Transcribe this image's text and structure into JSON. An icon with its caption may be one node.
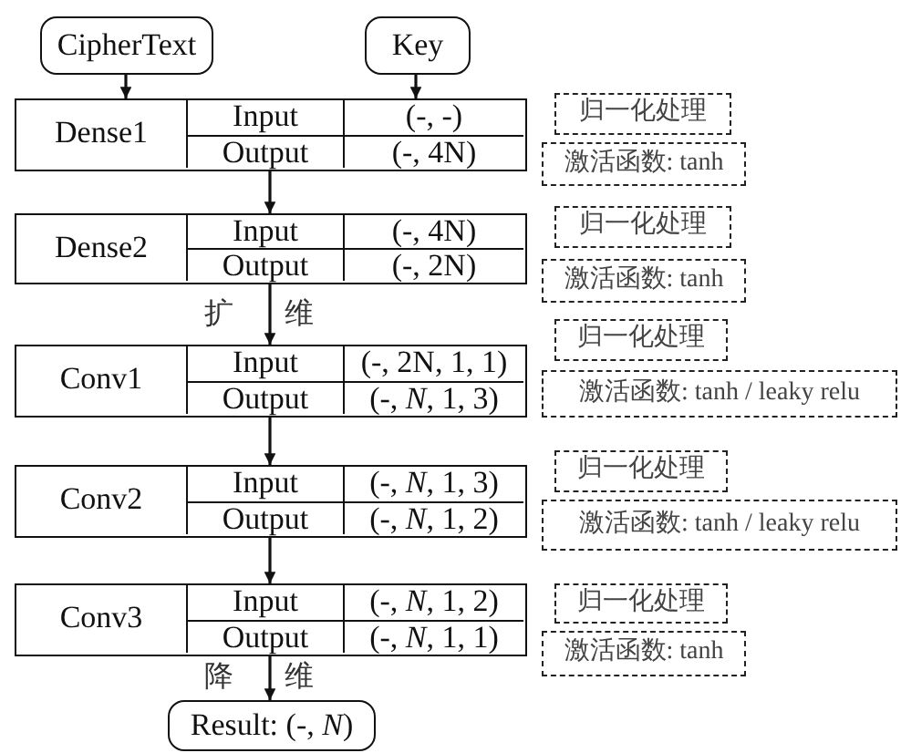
{
  "diagram": {
    "nodes": [
      {
        "text": [
          "CipherText"
        ]
      },
      {
        "text": [
          "Key"
        ]
      },
      {
        "text": [
          "Dense1",
          "Input",
          "(-, -)",
          "Output",
          "(-, 4N)"
        ]
      },
      {
        "text": [
          "归一化处理"
        ]
      },
      {
        "text": [
          "激活函数: tanh"
        ]
      },
      {
        "text": [
          "Dense2",
          "Input",
          "(-, 4N)",
          "Output",
          "(-, 2N)"
        ]
      },
      {
        "text": [
          "归一化处理"
        ]
      },
      {
        "text": [
          "激活函数: tanh"
        ]
      },
      {
        "text": [
          "Conv1",
          "Input",
          "(-, 2N, 1, 1)",
          "Output",
          "(-, *N*, 1, 3)"
        ]
      },
      {
        "text": [
          "归一化处理"
        ]
      },
      {
        "text": [
          "激活函数: tanh / leaky relu"
        ]
      },
      {
        "text": [
          "Conv2",
          "Input",
          "(-, *N*, 1, 3)",
          "Output",
          "(-, *N*, 1, 2)"
        ]
      },
      {
        "text": [
          "归一化处理"
        ]
      },
      {
        "text": [
          "激活函数: tanh / leaky relu"
        ]
      },
      {
        "text": [
          "Conv3",
          "Input",
          "(-, *N*, 1, 2)",
          "Output",
          "(-, *N*, 1, 1)"
        ]
      },
      {
        "text": [
          "归一化处理"
        ]
      },
      {
        "text": [
          "激活函数: tanh"
        ]
      },
      {
        "text": [
          "Result: (-, *N*)"
        ]
      }
    ],
    "edges": [
      {
        "from": 0,
        "to": 2,
        "arrow": "to"
      },
      {
        "from": 1,
        "to": 2,
        "arrow": "to"
      },
      {
        "from": 2,
        "to": 5,
        "arrow": "to"
      },
      {
        "from": 5,
        "to": 8,
        "arrow": "to",
        "label": "扩维"
      },
      {
        "from": 8,
        "to": 11,
        "arrow": "to"
      },
      {
        "from": 11,
        "to": 14,
        "arrow": "to"
      },
      {
        "from": 14,
        "to": 17,
        "arrow": "to",
        "label": "降维"
      }
    ]
  }
}
